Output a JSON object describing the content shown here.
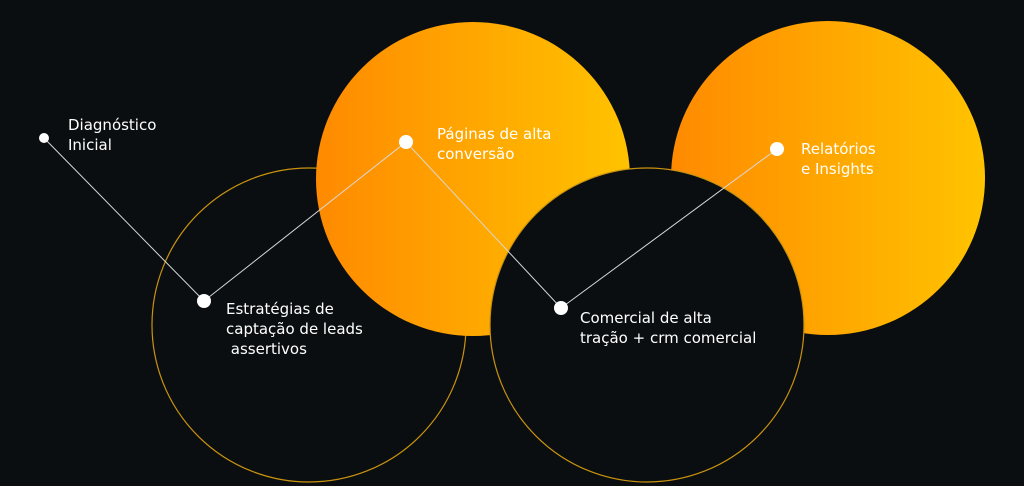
{
  "colors": {
    "background": "#0b0e11",
    "gradient_start": "#ff8a00",
    "gradient_end": "#ffc300",
    "outline": "#c9930e",
    "line": "#d8d8d8"
  },
  "steps": [
    {
      "label": "Diagnóstico\nInicial"
    },
    {
      "label": "Estratégias de\ncaptação de leads\n assertivos"
    },
    {
      "label": "Páginas de alta\nconversão"
    },
    {
      "label": "Comercial de alta\ntração + crm comercial"
    },
    {
      "label": "Relatórios\ne Insights"
    }
  ]
}
